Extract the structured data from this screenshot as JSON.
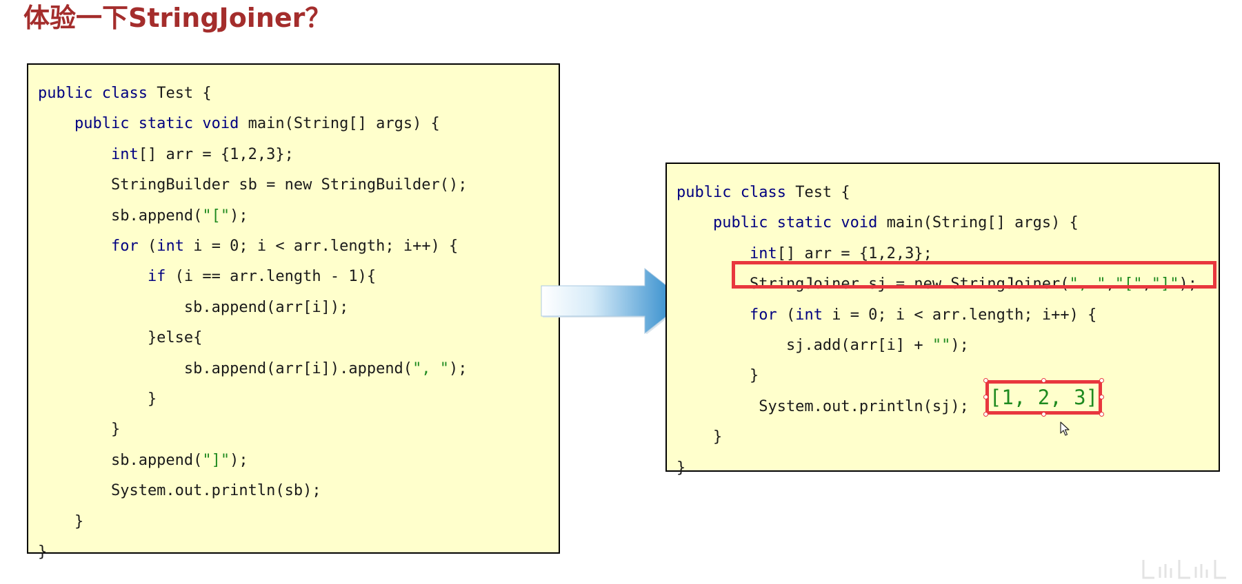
{
  "title": "体验一下StringJoiner？",
  "left_code": [
    [
      {
        "t": "public class",
        "c": "kw"
      },
      {
        "t": " Test {",
        "c": ""
      }
    ],
    [
      {
        "t": "    public static void",
        "c": "kw"
      },
      {
        "t": " main(String[] args) {",
        "c": ""
      }
    ],
    [
      {
        "t": "        int",
        "c": "kw"
      },
      {
        "t": "[] arr = {1,2,3};",
        "c": ""
      }
    ],
    [
      {
        "t": "        StringBuilder sb = new StringBuilder();",
        "c": ""
      }
    ],
    [
      {
        "t": "        sb.append(",
        "c": ""
      },
      {
        "t": "\"[\"",
        "c": "str"
      },
      {
        "t": ");",
        "c": ""
      }
    ],
    [
      {
        "t": "        for",
        "c": "kw"
      },
      {
        "t": " (",
        "c": ""
      },
      {
        "t": "int",
        "c": "kw"
      },
      {
        "t": " i = 0; i < arr.length; i++) {",
        "c": ""
      }
    ],
    [
      {
        "t": "            if",
        "c": "kw"
      },
      {
        "t": " (i == arr.length - 1){",
        "c": ""
      }
    ],
    [
      {
        "t": "                sb.append(arr[i]);",
        "c": ""
      }
    ],
    [
      {
        "t": "            }else{",
        "c": ""
      }
    ],
    [
      {
        "t": "                sb.append(arr[i]).append(",
        "c": ""
      },
      {
        "t": "\", \"",
        "c": "str"
      },
      {
        "t": ");",
        "c": ""
      }
    ],
    [
      {
        "t": "            }",
        "c": ""
      }
    ],
    [
      {
        "t": "        }",
        "c": ""
      }
    ],
    [
      {
        "t": "        sb.append(",
        "c": ""
      },
      {
        "t": "\"]\"",
        "c": "str"
      },
      {
        "t": ");",
        "c": ""
      }
    ],
    [
      {
        "t": "        System.out.println(sb);",
        "c": ""
      }
    ],
    [
      {
        "t": "    }",
        "c": ""
      }
    ],
    [
      {
        "t": "}",
        "c": ""
      }
    ]
  ],
  "right_code": [
    [
      {
        "t": "public class",
        "c": "kw"
      },
      {
        "t": " Test {",
        "c": ""
      }
    ],
    [
      {
        "t": "    public static void",
        "c": "kw"
      },
      {
        "t": " main(String[] args) {",
        "c": ""
      }
    ],
    [
      {
        "t": "        int",
        "c": "kw"
      },
      {
        "t": "[] arr = {1,2,3};",
        "c": ""
      }
    ],
    [
      {
        "t": "        StringJoiner sj = new StringJoiner(",
        "c": ""
      },
      {
        "t": "\", \"",
        "c": "str"
      },
      {
        "t": ",",
        "c": ""
      },
      {
        "t": "\"[\"",
        "c": "str"
      },
      {
        "t": ",",
        "c": ""
      },
      {
        "t": "\"]\"",
        "c": "str"
      },
      {
        "t": ");",
        "c": ""
      }
    ],
    [
      {
        "t": "        for",
        "c": "kw"
      },
      {
        "t": " (",
        "c": ""
      },
      {
        "t": "int",
        "c": "kw"
      },
      {
        "t": " i = 0; i < arr.length; i++) {",
        "c": ""
      }
    ],
    [
      {
        "t": "            sj.add(arr[i] + ",
        "c": ""
      },
      {
        "t": "\"\"",
        "c": "str"
      },
      {
        "t": ");",
        "c": ""
      }
    ],
    [
      {
        "t": "        }",
        "c": ""
      }
    ],
    [
      {
        "t": "         System.out.println(sj);",
        "c": ""
      }
    ],
    [
      {
        "t": "    }",
        "c": ""
      }
    ],
    [
      {
        "t": "}",
        "c": ""
      }
    ]
  ],
  "output": "[1, 2, 3]",
  "colors": {
    "title": "#a42d2c",
    "code_background": "#ffffcc",
    "keyword": "#000080",
    "string": "#1f8a1f",
    "highlight": "#e8373e",
    "arrow": "#1b7fc6"
  }
}
